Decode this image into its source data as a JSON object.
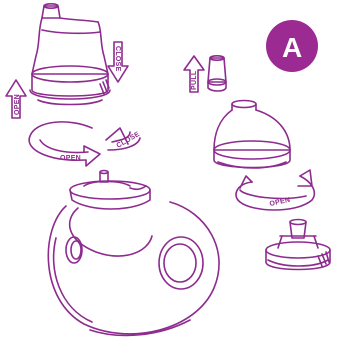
{
  "colors": {
    "accent": "#8d2b8f",
    "badge": "#9b2a93",
    "background": "#ffffff"
  },
  "badge": {
    "text": "A"
  },
  "labels": {
    "open_left": "OPEN",
    "close_left": "CLOSE",
    "ring_open": "OPEN",
    "ring_close": "CLOSE",
    "pull": "PULL",
    "ring_open_right": "OPEN"
  },
  "icons": [
    "open-arrow-icon",
    "close-arrow-icon",
    "pull-arrow-icon",
    "rotate-arrow-icon"
  ]
}
